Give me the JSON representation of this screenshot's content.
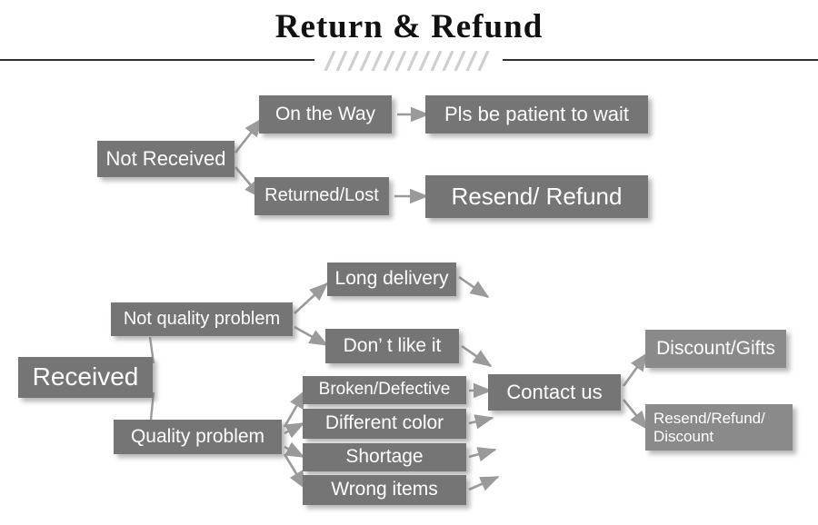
{
  "header": {
    "title": "Return & Refund",
    "divider_icon": "diagonal-hatch-divider"
  },
  "colors": {
    "box_fill_dark": "#757575",
    "box_fill_light": "#8a8a8a",
    "box_text": "#ffffff",
    "arrow": "#9a9a9a",
    "title_text": "#111111",
    "rule": "#2f2f2f",
    "background": "#ffffff"
  },
  "flowchart": {
    "not_received_branch": {
      "root": "Not Received",
      "statuses": [
        {
          "label": "On the Way",
          "outcome": "Pls be patient to wait"
        },
        {
          "label": "Returned/Lost",
          "outcome": "Resend/ Refund"
        }
      ]
    },
    "received_branch": {
      "root": "Received",
      "categories": [
        {
          "label": "Not quality problem",
          "reasons": [
            "Long delivery",
            "Don’  t like it"
          ]
        },
        {
          "label": "Quality problem",
          "reasons": [
            "Broken/Defective",
            "Different color",
            "Shortage",
            "Wrong items"
          ]
        }
      ],
      "action": "Contact us",
      "resolutions": [
        "Discount/Gifts",
        "Resend/Refund/ Discount"
      ]
    }
  }
}
